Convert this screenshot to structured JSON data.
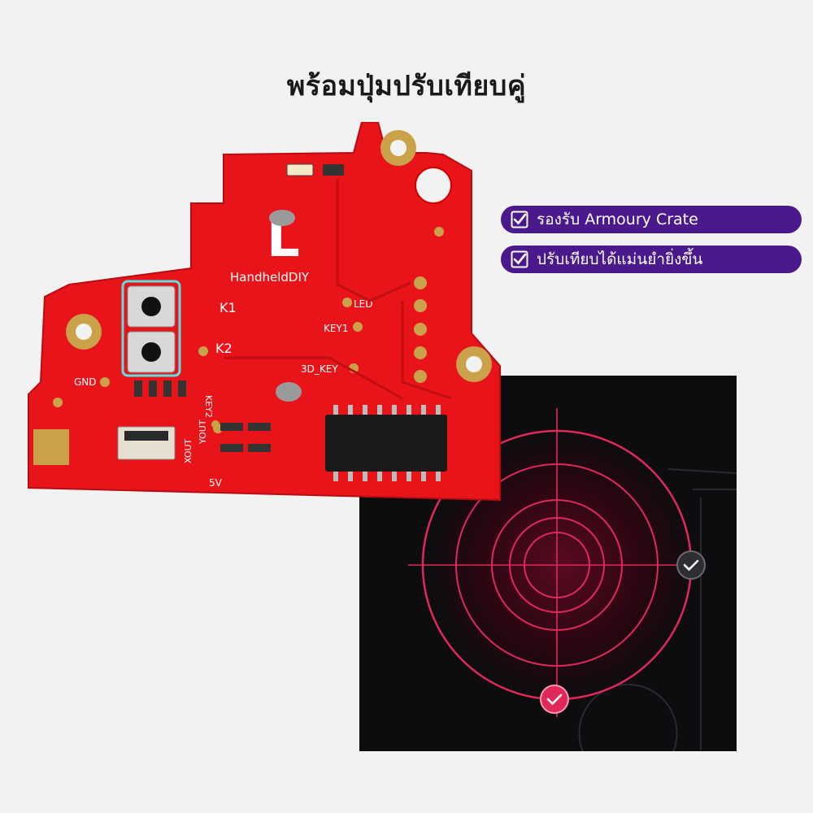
{
  "heading": "พร้อมปุ่มปรับเทียบคู่",
  "badges": [
    {
      "text": "รองรับ Armoury Crate",
      "icon": "check-square-icon"
    },
    {
      "text": "ปรับเทียบได้แม่นยำยิ่งขึ้น",
      "icon": "check-square-icon"
    }
  ],
  "pcb": {
    "big_letter": "L",
    "brand": "HandheldDIY",
    "labels": {
      "k1": "K1",
      "k2": "K2",
      "led": "LED",
      "key1": "KEY1",
      "key2": "KEY2",
      "key3d": "3D_KEY",
      "gnd": "GND",
      "xout": "XOUT",
      "yout": "YOUT",
      "v5": "5V"
    }
  },
  "colors": {
    "pcb_red": "#e8141a",
    "badge_purple": "#4a1a8c",
    "ring_pink": "#e0285a",
    "panel_bg": "#0d0d10"
  }
}
